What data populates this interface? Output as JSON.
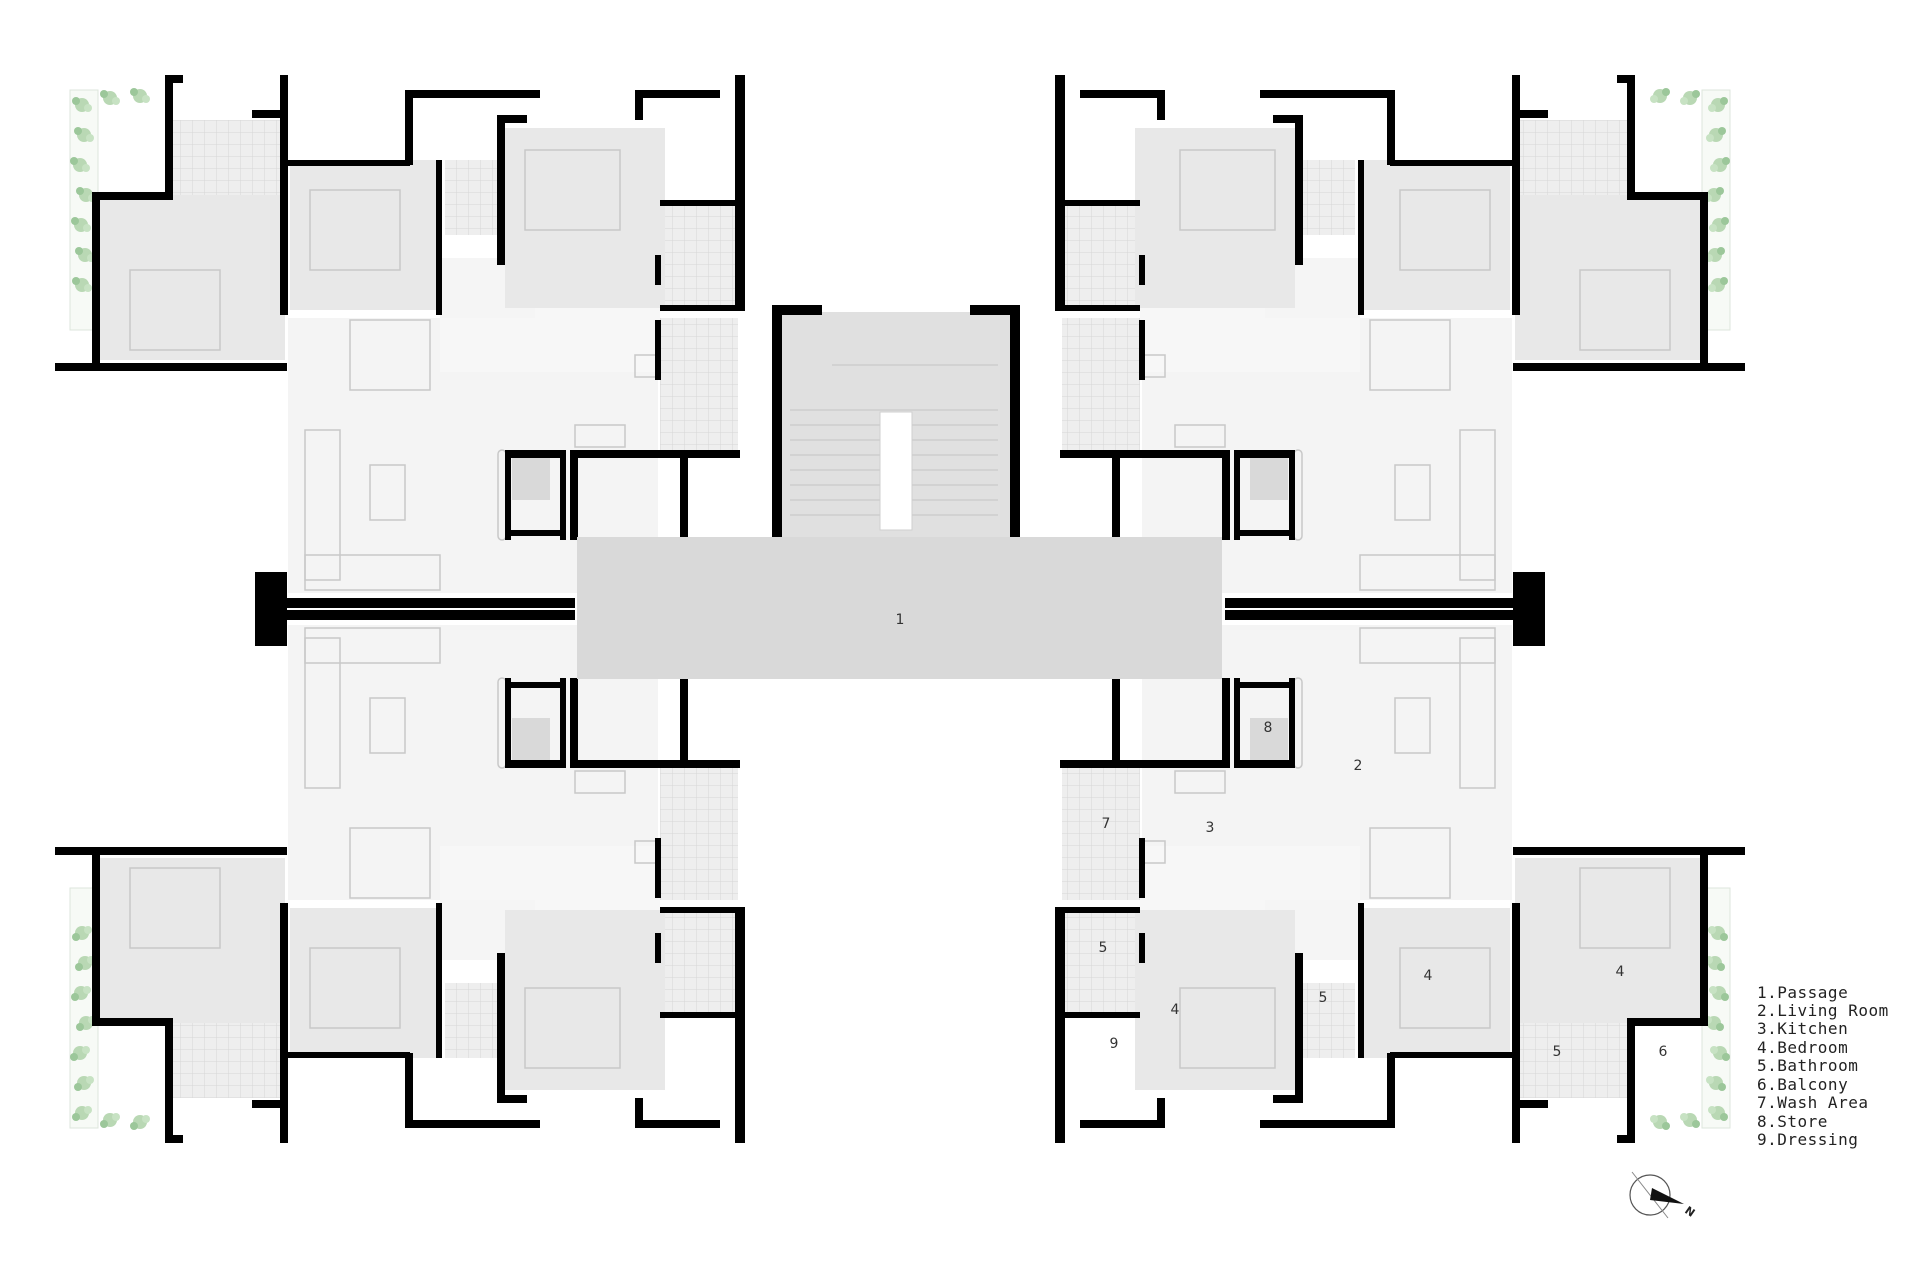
{
  "plan": {
    "passage_label": "1",
    "room_labels": [
      "2",
      "3",
      "4",
      "4",
      "4",
      "5",
      "5",
      "5",
      "6",
      "7",
      "8",
      "9"
    ]
  },
  "legend": {
    "items": [
      "1.Passage",
      "2.Living Room",
      "3.Kitchen",
      "4.Bedroom",
      "5.Bathroom",
      "6.Balcony",
      "7.Wash Area",
      "8.Store",
      "9.Dressing"
    ]
  },
  "compass": {
    "label": "N"
  },
  "colors": {
    "wall": "#000000",
    "passage": "#d9d9d9",
    "stair": "#e0e0e0",
    "bedroom": "#e8e8e8",
    "living": "#f4f4f4",
    "greenery": "#a8cfa6"
  }
}
